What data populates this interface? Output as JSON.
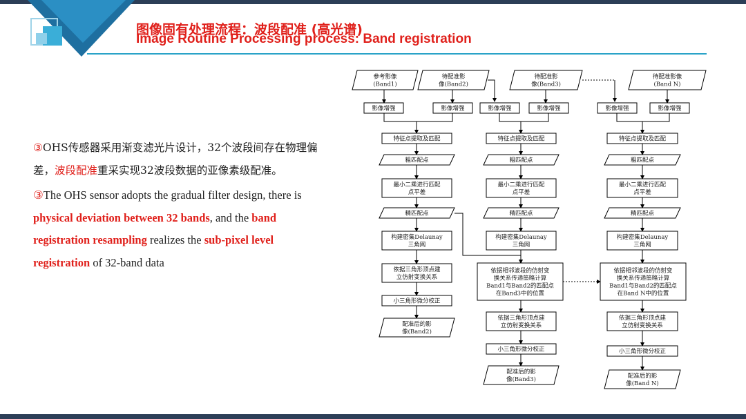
{
  "title": {
    "cn": "图像固有处理流程：波段配准 (高光谱)",
    "en": "Image Routine Processing process:   Band registration"
  },
  "body": {
    "p1_a": "③OHS传感器采用渐变滤光片设计，32个波段间存在物理偏差，",
    "p1_red": "波段配准",
    "p1_b": "重采实现32波段数据的亚像素级配准。",
    "p2_a": "③The OHS sensor adopts the gradual filter design, there is ",
    "p2_red1": "physical deviation between 32 bands",
    "p2_b": ", and the ",
    "p2_red2": "band registration resampling",
    "p2_c": " realizes the ",
    "p2_red3": "sub-pixel level registration",
    "p2_d": " of 32-band data"
  },
  "diagram": {
    "inputs": [
      [
        "参考影像",
        "(Band1)"
      ],
      [
        "待配准影",
        "像(Band2)"
      ],
      [
        "待配准影",
        "像(Band3)"
      ],
      [
        "待配准影像",
        "(Band N)"
      ]
    ],
    "enhance": "影像增强",
    "feature": "特征点提取及匹配",
    "coarse": "粗匹配点",
    "lsq": [
      "最小二乘进行匹配",
      "点平差"
    ],
    "fine": "精匹配点",
    "delaunay": [
      "构建密集Delaunay",
      "三角网"
    ],
    "affine_build": [
      "依据三角形顶点建",
      "立仿射变换关系"
    ],
    "affine_prop": [
      "依据相邻波段的仿射变",
      "换关系传递策略计算",
      "Band1与Band2的匹配点",
      "在Band3中的位置"
    ],
    "affine_prop_n": [
      "依据相邻波段的仿射变",
      "换关系传递策略计算",
      "Band1与Band2的匹配点",
      "在Band N中的位置"
    ],
    "micro": "小三角形微分校正",
    "out2": [
      "配准后的影",
      "像(Band2)"
    ],
    "out3": [
      "配准后的影",
      "像(Band3)"
    ],
    "outN": [
      "配准后的影",
      "像(Band N)"
    ],
    "ellipsis": "....."
  }
}
